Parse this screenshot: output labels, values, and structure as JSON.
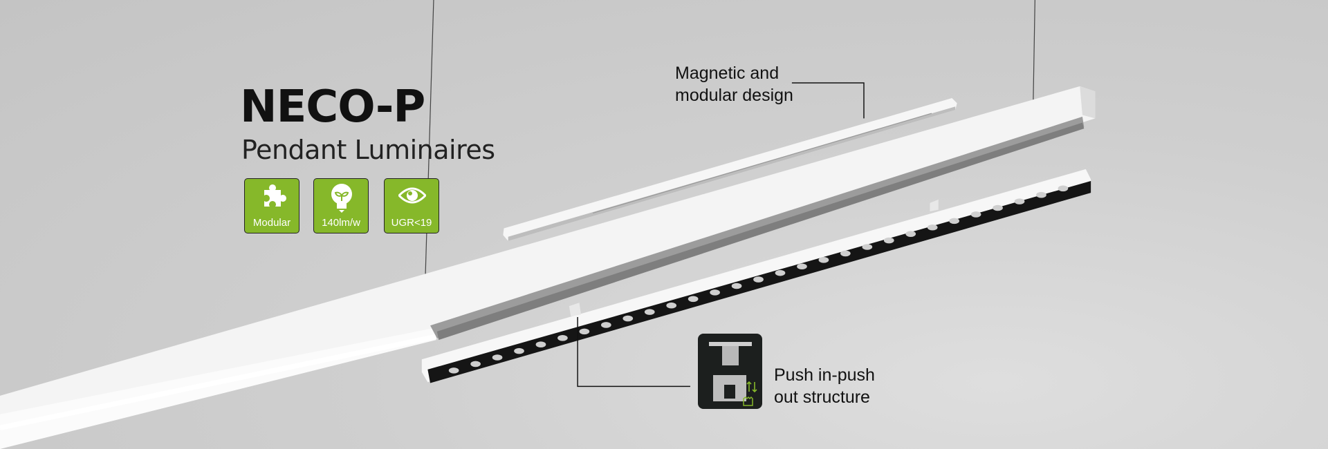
{
  "header": {
    "title": "NECO-P",
    "subtitle": "Pendant Luminaires"
  },
  "badges": [
    {
      "icon": "puzzle-icon",
      "label": "Modular"
    },
    {
      "icon": "bulb-leaf-icon",
      "label": "140lm/w"
    },
    {
      "icon": "eye-icon",
      "label": "UGR<19"
    }
  ],
  "callouts": {
    "magnetic": {
      "line1": "Magnetic and",
      "line2": "modular design"
    },
    "push": {
      "line1": "Push in-push",
      "line2": "out structure",
      "icon": "push-clip-icon"
    }
  },
  "colors": {
    "accent": "#86b82a",
    "text": "#111111",
    "icon_bg": "#1c1f1e"
  }
}
